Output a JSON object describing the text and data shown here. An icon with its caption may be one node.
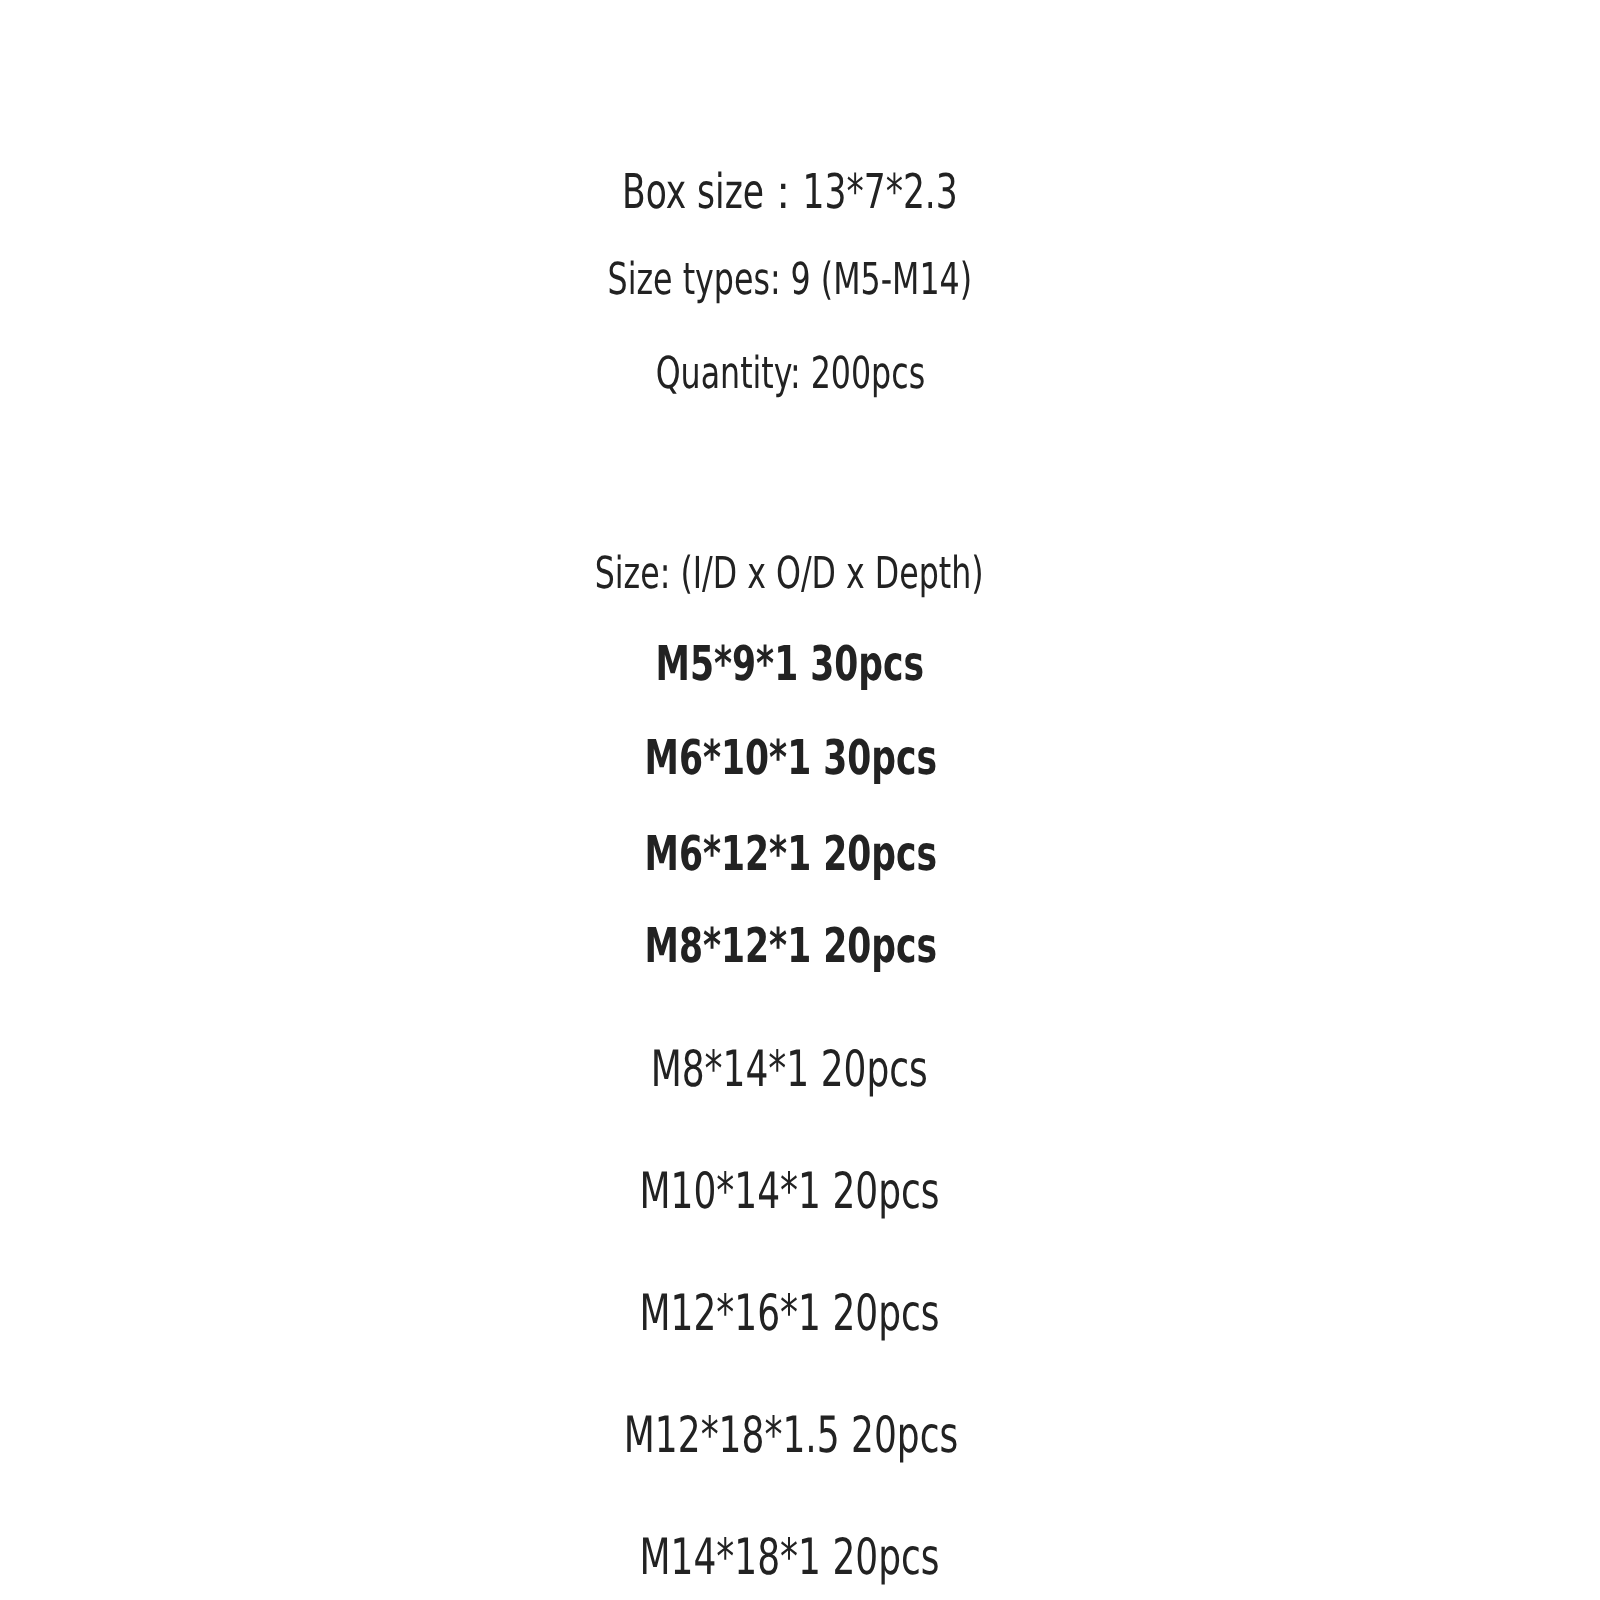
{
  "diagram": {
    "labels": [
      "Box size：13*7*2.3",
      "Size types: 9 (M5-M14)",
      "Quantity: 200pcs",
      "Size: (I/D x O/D x Depth)",
      "M5*9*1 30pcs",
      "M6*10*1 30pcs",
      "M6*12*1 20pcs",
      "M8*12*1 20pcs",
      "M8*14*1 20pcs",
      "M10*14*1 20pcs",
      "M12*16*1 20pcs",
      "M12*18*1.5 20pcs",
      "M14*18*1 20pcs"
    ]
  }
}
